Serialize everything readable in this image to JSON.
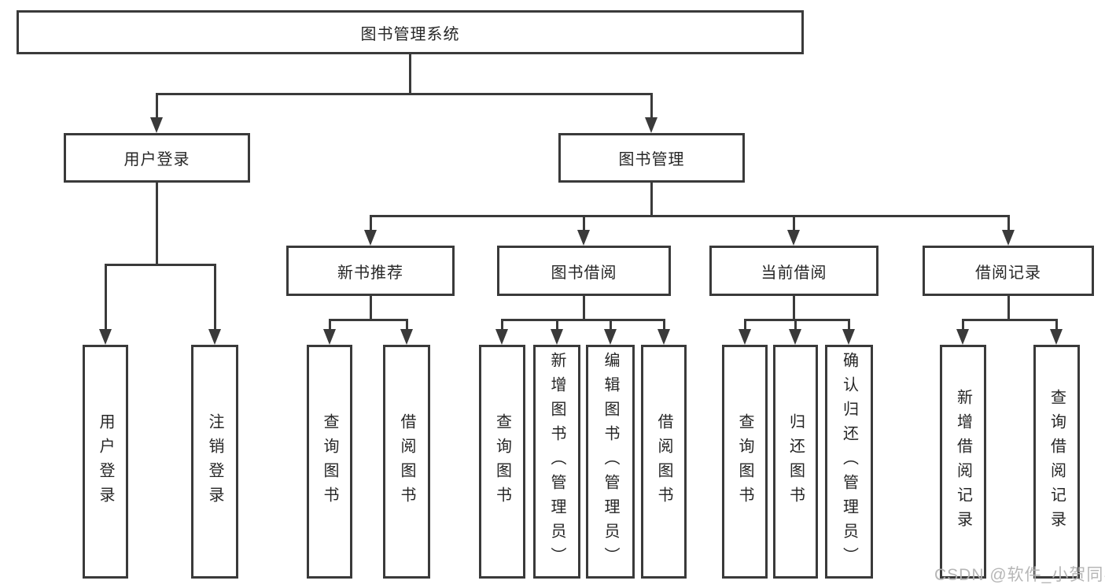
{
  "diagram": {
    "root": {
      "label": "图书管理系统"
    },
    "level2": [
      {
        "label": "用户登录"
      },
      {
        "label": "图书管理"
      }
    ],
    "level3": [
      {
        "label": "新书推荐"
      },
      {
        "label": "图书借阅"
      },
      {
        "label": "当前借阅"
      },
      {
        "label": "借阅记录"
      }
    ],
    "level4": [
      {
        "label": "用户登录"
      },
      {
        "label": "注销登录"
      },
      {
        "label": "查询图书"
      },
      {
        "label": "借阅图书"
      },
      {
        "label": "查询图书"
      },
      {
        "label": "新增图书（管理员）"
      },
      {
        "label": "编辑图书（管理员）"
      },
      {
        "label": "借阅图书"
      },
      {
        "label": "查询图书"
      },
      {
        "label": "归还图书"
      },
      {
        "label": "确认归还（管理员）"
      },
      {
        "label": "新增借阅记录"
      },
      {
        "label": "查询借阅记录"
      }
    ],
    "line_color": "#3a3a3a"
  },
  "watermark": {
    "text": "CSDN @软件_小贺同学"
  }
}
